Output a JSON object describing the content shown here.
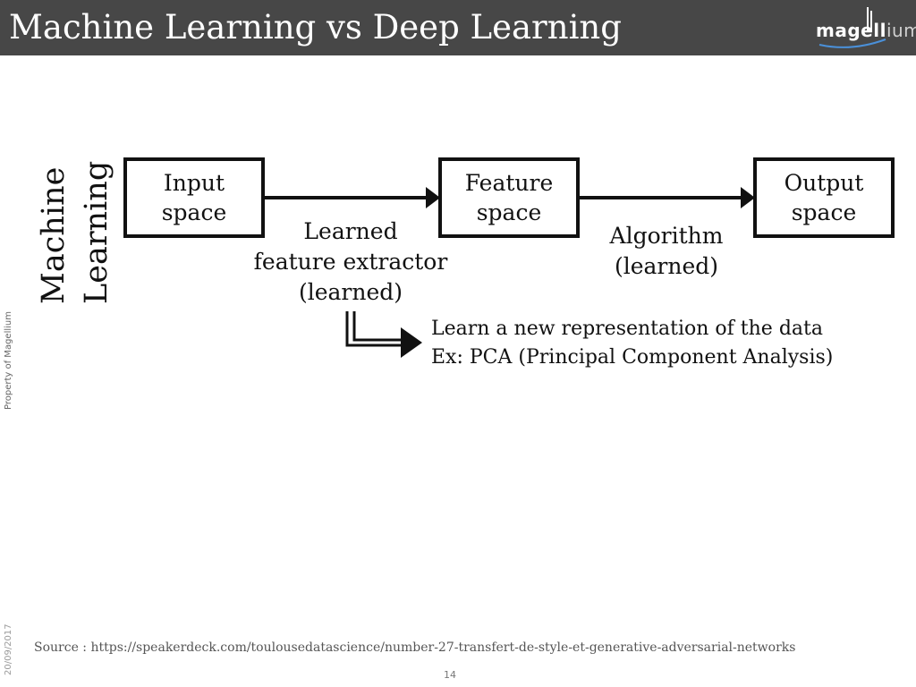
{
  "slide": {
    "title": "Machine Learning vs Deep Learning",
    "logo": {
      "part1": "mage",
      "part2": "ll",
      "part3": "ium"
    },
    "property_note": "Property of Magellium",
    "date": "20/09/2017",
    "page_number": "14",
    "source": "Source : https://speakerdeck.com/toulousedatascience/number-27-transfert-de-style-et-generative-adversarial-networks"
  },
  "diagram": {
    "row_label": {
      "line1": "Machine",
      "line2": "Learning"
    },
    "nodes": {
      "input": {
        "line1": "Input",
        "line2": "space"
      },
      "feature": {
        "line1": "Feature",
        "line2": "space"
      },
      "output": {
        "line1": "Output",
        "line2": "space"
      }
    },
    "edges": {
      "extractor": {
        "line1": "Learned",
        "line2": "feature extractor",
        "line3": "(learned)"
      },
      "algorithm": {
        "line1": "Algorithm",
        "line2": "(learned)"
      }
    },
    "note": {
      "line1": "Learn a new representation of the data",
      "line2": "Ex: PCA (Principal Component Analysis)"
    },
    "colors": {
      "header": "#474747",
      "stroke": "#111111"
    }
  }
}
